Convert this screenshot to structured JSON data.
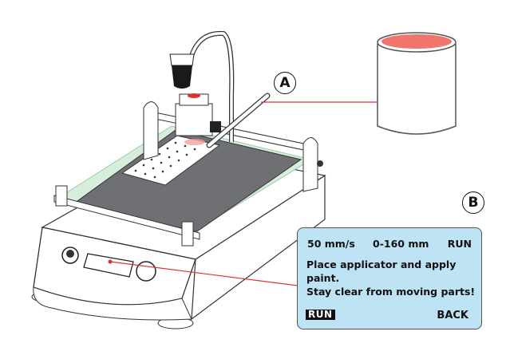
{
  "callouts": {
    "a": "A",
    "b": "B"
  },
  "display": {
    "speed": "50 mm/s",
    "range": "0-160 mm",
    "mode": "RUN",
    "message_line1": "Place applicator and apply",
    "message_line2": "paint.",
    "message_line3": "Stay clear from moving parts!",
    "run_button": "RUN",
    "back_button": "BACK"
  },
  "colors": {
    "leader": "#e03030",
    "paint": "#f2756d",
    "panel": "#bde3f5",
    "plate": "#6e7073",
    "glass": "#bfe3c8"
  }
}
